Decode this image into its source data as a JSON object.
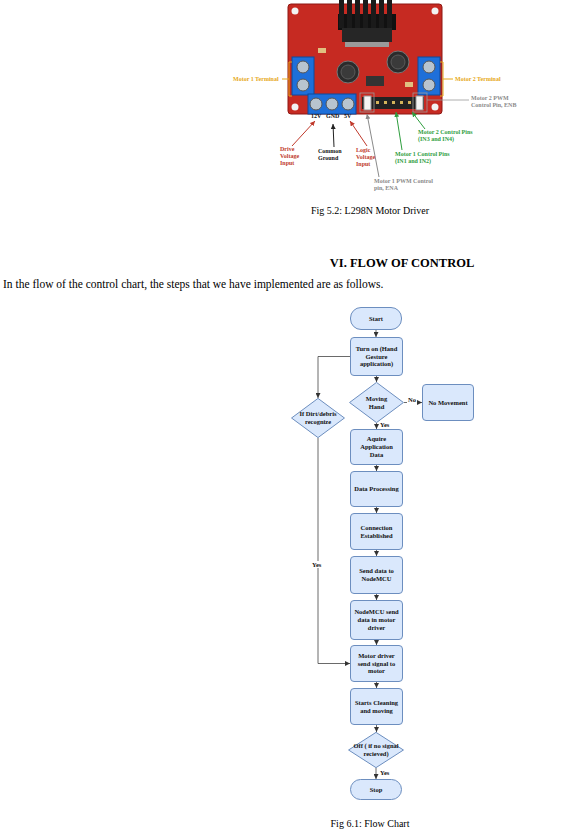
{
  "diagram": {
    "title": "VI. FLOW OF CONTROL",
    "caption": "Fig 6.1: Flow Chart",
    "nodes": [
      {
        "text": [
          "Start"
        ]
      },
      {
        "text": [
          "Turn on (Hand Gesture application)"
        ]
      },
      {
        "text": [
          "Moving Hand"
        ]
      },
      {
        "text": [
          "No Movement"
        ]
      },
      {
        "text": [
          "If Dirt/debris recognize"
        ]
      },
      {
        "text": [
          "Aquire Application Data"
        ]
      },
      {
        "text": [
          "Data Processing"
        ]
      },
      {
        "text": [
          "Connection Established"
        ]
      },
      {
        "text": [
          "Send data to NodeMCU"
        ]
      },
      {
        "text": [
          "NodeMCU send data in motor driver"
        ]
      },
      {
        "text": [
          "Motor driver send signal to motor"
        ]
      },
      {
        "text": [
          "Starts Cleaning and moving"
        ]
      },
      {
        "text": [
          "Off ( if no signal recieved)"
        ]
      },
      {
        "text": [
          "Stop"
        ]
      }
    ],
    "edges": [
      {
        "from": 0,
        "to": 1,
        "arrow": "to"
      },
      {
        "from": 1,
        "to": 2,
        "arrow": "to"
      },
      {
        "from": 2,
        "to": 3,
        "label": "No",
        "arrow": "to"
      },
      {
        "from": 2,
        "to": 5,
        "label": "Yes",
        "arrow": "to"
      },
      {
        "from": 1,
        "to": 4,
        "arrow": "to"
      },
      {
        "from": 4,
        "to": 10,
        "label": "Yes",
        "arrow": "to"
      },
      {
        "from": 5,
        "to": 6,
        "arrow": "to"
      },
      {
        "from": 6,
        "to": 7,
        "arrow": "to"
      },
      {
        "from": 7,
        "to": 8,
        "arrow": "to"
      },
      {
        "from": 8,
        "to": 9,
        "arrow": "to"
      },
      {
        "from": 9,
        "to": 10,
        "arrow": "to"
      },
      {
        "from": 10,
        "to": 11,
        "arrow": "to"
      },
      {
        "from": 11,
        "to": 12,
        "arrow": "to"
      },
      {
        "from": 12,
        "to": 13,
        "label": "Yes",
        "arrow": "to"
      }
    ],
    "labels": [
      "Motor 1 Terminal",
      "Motor 2 Terminal",
      "Motor 2 PWM Control Pin, ENB",
      "12V",
      "GND",
      "5V",
      "Motor 2 Control Pins (IN3 and IN4)",
      "Drive Voltage Input",
      "Common Ground",
      "Logic Voltage Input",
      "Motor 1 Control Pins (IN1 and IN2)",
      "Motor 1 PWM Control pin, ENA",
      "Fig 5.2: L298N Motor Driver",
      "In the flow of the control chart, the steps that we have implemented are as follows."
    ]
  }
}
